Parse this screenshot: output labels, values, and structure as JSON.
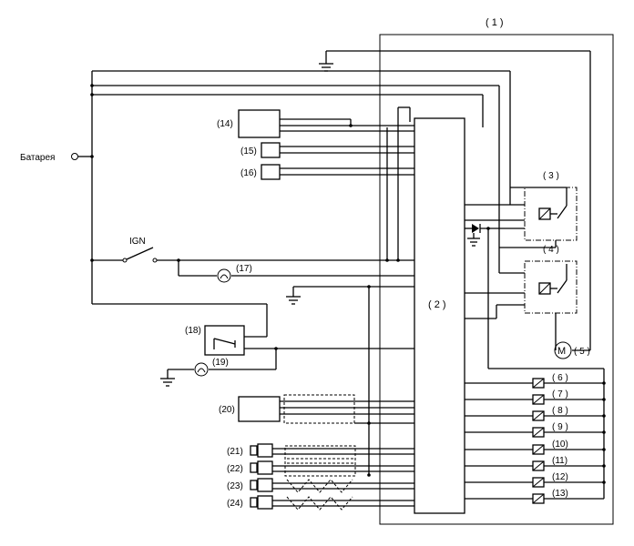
{
  "labels": {
    "unit": "( 1 )",
    "module": "( 2 )",
    "relay_a": "( 3 )",
    "relay_b": "( 4 )",
    "motor_ref": "( 5 )",
    "motor_symbol": "M",
    "battery": "Батарея",
    "ign": "IGN",
    "c14": "(14)",
    "c15": "(15)",
    "c16": "(16)",
    "c17": "(17)",
    "c18": "(18)",
    "c19": "(19)",
    "c20": "(20)",
    "c21": "(21)",
    "c22": "(22)",
    "c23": "(23)",
    "c24": "(24)",
    "s6": "( 6 )",
    "s7": "( 7 )",
    "s8": "( 8 )",
    "s9": "( 9 )",
    "s10": "(10)",
    "s11": "(11)",
    "s12": "(12)",
    "s13": "(13)"
  }
}
